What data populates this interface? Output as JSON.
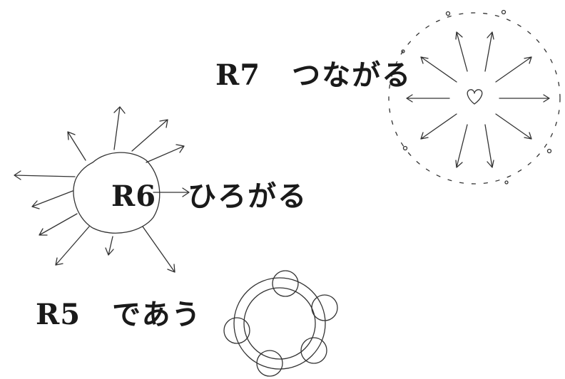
{
  "stages": [
    {
      "code": "R7",
      "word": "つながる",
      "illustration_icon": "heart-radiating-arrows-icon"
    },
    {
      "code": "R6",
      "word": "ひろがる",
      "illustration_icon": "outward-burst-arrows-icon"
    },
    {
      "code": "R5",
      "word": "であう",
      "illustration_icon": "ring-of-circles-icon"
    }
  ],
  "colors": {
    "ink": "#1a1a1a",
    "sketch": "#333333",
    "background": "#ffffff"
  }
}
